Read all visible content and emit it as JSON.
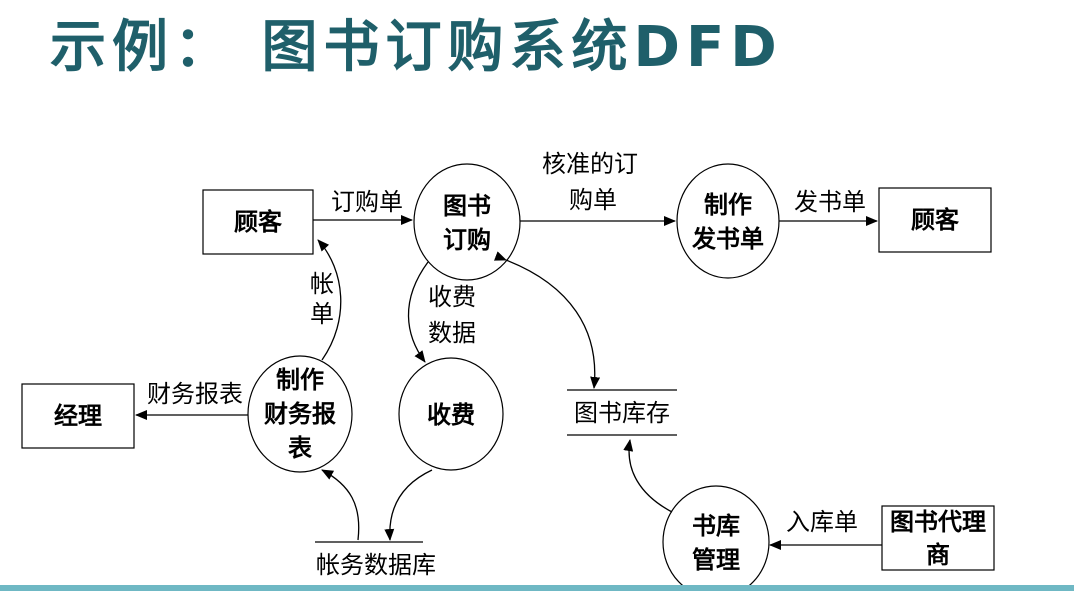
{
  "title": "示例：   图书订购系统DFD",
  "entities": {
    "customer_left": "顾客",
    "customer_right": "顾客",
    "manager": "经理",
    "agent": [
      "图书代理",
      "商"
    ]
  },
  "processes": {
    "order": [
      "图书",
      "订购"
    ],
    "ship": [
      "制作",
      "发书单"
    ],
    "finance": [
      "制作",
      "财务报",
      "表"
    ],
    "charge": [
      "收费"
    ],
    "warehouse": [
      "书库",
      "管理"
    ]
  },
  "stores": {
    "inventory": "图书库存",
    "accounts": "帐务数据库"
  },
  "flows": {
    "order_form": "订购单",
    "approved_order": [
      "核准的订",
      "购单"
    ],
    "shipping_note": "发书单",
    "bill": [
      "帐",
      "单"
    ],
    "fee_data": [
      "收费",
      "数据"
    ],
    "finance_report": "财务报表",
    "stock_in": "入库单"
  },
  "colors": {
    "title": "#1f5f6a",
    "line": "#000000",
    "accent_bar": "#6fb8c4"
  }
}
